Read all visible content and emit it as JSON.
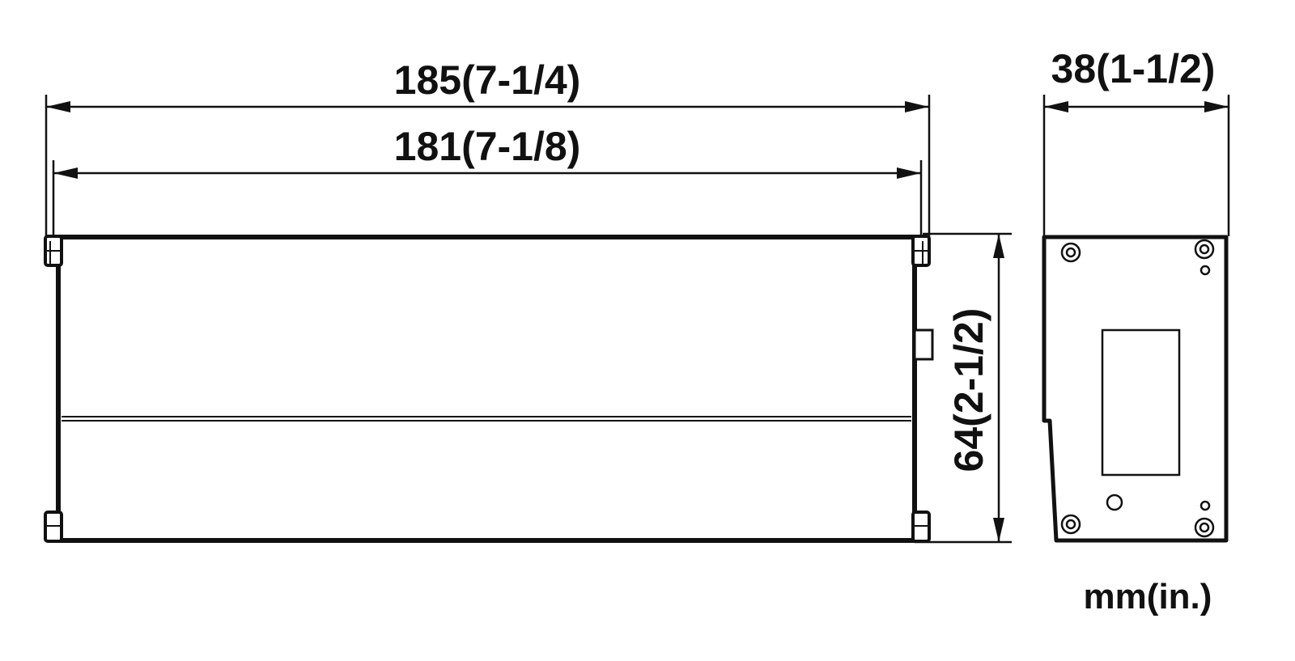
{
  "dimensions": {
    "overall_width": "185(7-1/4)",
    "body_width": "181(7-1/8)",
    "height": "64(2-1/2)",
    "depth": "38(1-1/2)"
  },
  "units": "mm(in.)",
  "colors": {
    "line": "#111111",
    "background": "#ffffff"
  }
}
